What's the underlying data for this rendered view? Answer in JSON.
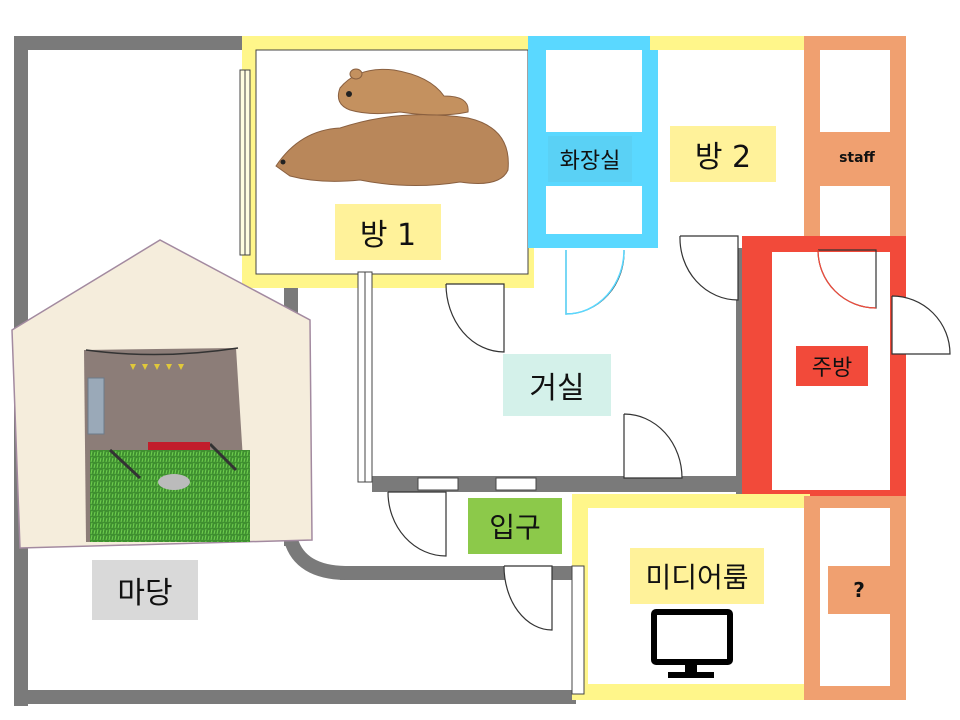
{
  "rooms": {
    "room1": {
      "label": "방 1",
      "color": "#fff29a"
    },
    "bathroom": {
      "label": "화장실",
      "color": "#5ad1f5"
    },
    "room2": {
      "label": "방 2",
      "color": "#fff29a"
    },
    "staff": {
      "label": "staff",
      "color": "#f0a070"
    },
    "kitchen": {
      "label": "주방",
      "color": "#f24a3a"
    },
    "living": {
      "label": "거실",
      "color": "#d4f1ea"
    },
    "entrance": {
      "label": "입구",
      "color": "#8cc94a"
    },
    "media": {
      "label": "미디어룸",
      "color": "#fff29a"
    },
    "unknown": {
      "label": "?",
      "color": "#f0a070"
    },
    "yard": {
      "label": "마당",
      "color": "#d9d9d9"
    }
  },
  "colors": {
    "wall": "#7a7a7a",
    "yellow_wall": "#fff68a",
    "blue_wall": "#5ad8ff",
    "red_wall": "#f24a3a",
    "orange_wall": "#f0a070"
  },
  "icons": [
    "bear-icon",
    "tent-icon",
    "monitor-icon"
  ]
}
